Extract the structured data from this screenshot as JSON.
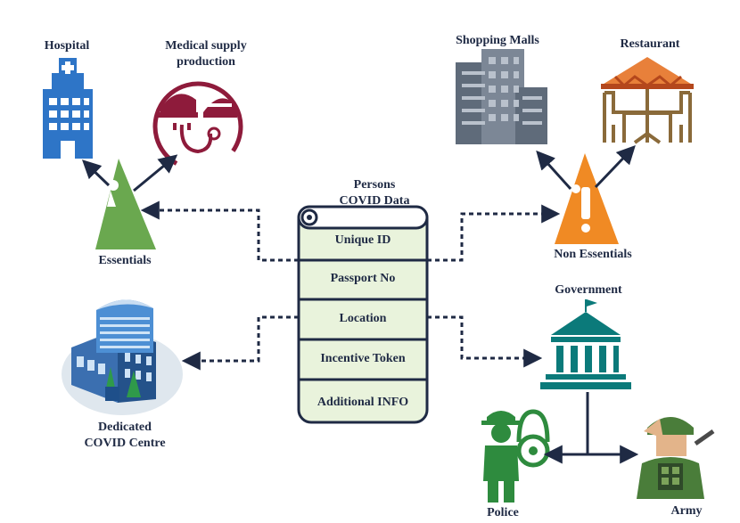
{
  "center": {
    "title_line1": "Persons",
    "title_line2": "COVID Data",
    "fields": [
      "Unique ID",
      "Passport No",
      "Location",
      "Incentive Token",
      "Additional INFO"
    ]
  },
  "labels": {
    "hospital": "Hospital",
    "medical_line1": "Medical supply",
    "medical_line2": "production",
    "essentials": "Essentials",
    "shopping_malls": "Shopping Malls",
    "restaurant": "Restaurant",
    "non_essentials": "Non Essentials",
    "government": "Government",
    "covid_line1": "Dedicated",
    "covid_line2": "COVID Centre",
    "police": "Police",
    "army": "Army"
  },
  "colors": {
    "navy": "#1f2a44",
    "green": "#6aa84f",
    "orange": "#f08a24",
    "teal": "#0b7a7a",
    "hospital_blue": "#2e75c7",
    "medical_red": "#8e1b3b",
    "scroll_fill": "#e9f3dc"
  }
}
